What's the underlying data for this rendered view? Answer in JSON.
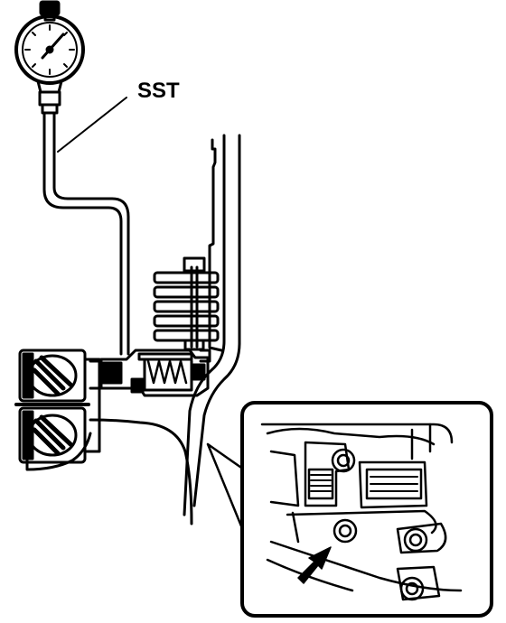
{
  "diagram": {
    "callout_label": "SST",
    "parts": [
      {
        "name": "dial-gauge"
      },
      {
        "name": "gauge-pipe"
      },
      {
        "name": "valve-body"
      },
      {
        "name": "spring-assembly"
      },
      {
        "name": "detail-inset"
      }
    ],
    "colors": {
      "line": "#000000",
      "background": "#ffffff"
    }
  }
}
